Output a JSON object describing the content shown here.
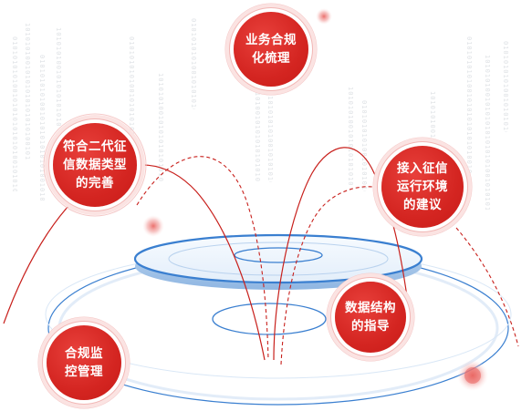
{
  "nodes": [
    {
      "id": "compliance-sorting",
      "label": "业务合规\n化梳理"
    },
    {
      "id": "data-type-completion",
      "label": "符合二代征\n信数据类型\n的完善"
    },
    {
      "id": "access-env-advice",
      "label": "接入征信\n运行环境\n的建议"
    },
    {
      "id": "data-structure-guide",
      "label": "数据结构\n的指导"
    },
    {
      "id": "compliance-monitoring",
      "label": "合规监\n控管理"
    }
  ],
  "decor": {
    "binary_strip": "0101010101001010101010101001010101010101010010101010",
    "binary_strip_alt": "1010101001010101010101010010101010101010100101010101"
  },
  "colors": {
    "node_red": "#d42521",
    "curve_red": "#c8201c",
    "ring_blue": "#3a7fd0",
    "ring_light": "#cfe0f3",
    "binary_gray": "#d3d7dc"
  }
}
